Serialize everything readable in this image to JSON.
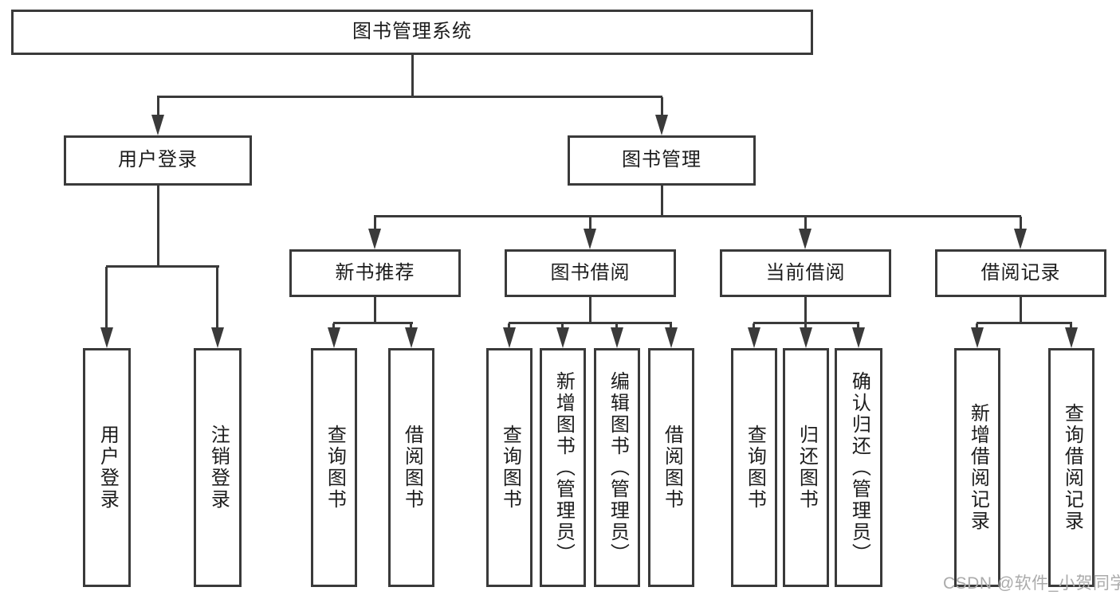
{
  "tree": {
    "label": "图书管理系统",
    "children": [
      {
        "label": "用户登录",
        "children": [
          {
            "label": "用户登录"
          },
          {
            "label": "注销登录"
          }
        ]
      },
      {
        "label": "图书管理",
        "children": [
          {
            "label": "新书推荐",
            "children": [
              {
                "label": "查询图书"
              },
              {
                "label": "借阅图书"
              }
            ]
          },
          {
            "label": "图书借阅",
            "children": [
              {
                "label": "查询图书"
              },
              {
                "label": "新增图书（管理员）"
              },
              {
                "label": "编辑图书（管理员）"
              },
              {
                "label": "借阅图书"
              }
            ]
          },
          {
            "label": "当前借阅",
            "children": [
              {
                "label": "查询图书"
              },
              {
                "label": "归还图书"
              },
              {
                "label": "确认归还（管理员）"
              }
            ]
          },
          {
            "label": "借阅记录",
            "children": [
              {
                "label": "新增借阅记录"
              },
              {
                "label": "查询借阅记录"
              }
            ]
          }
        ]
      }
    ]
  },
  "watermark": {
    "text": "CSDN @软件_小贺同学"
  },
  "colors": {
    "line": "#3a3a3a",
    "text": "#1c1c1c",
    "background": "#ffffff",
    "watermark": "#ababab"
  }
}
